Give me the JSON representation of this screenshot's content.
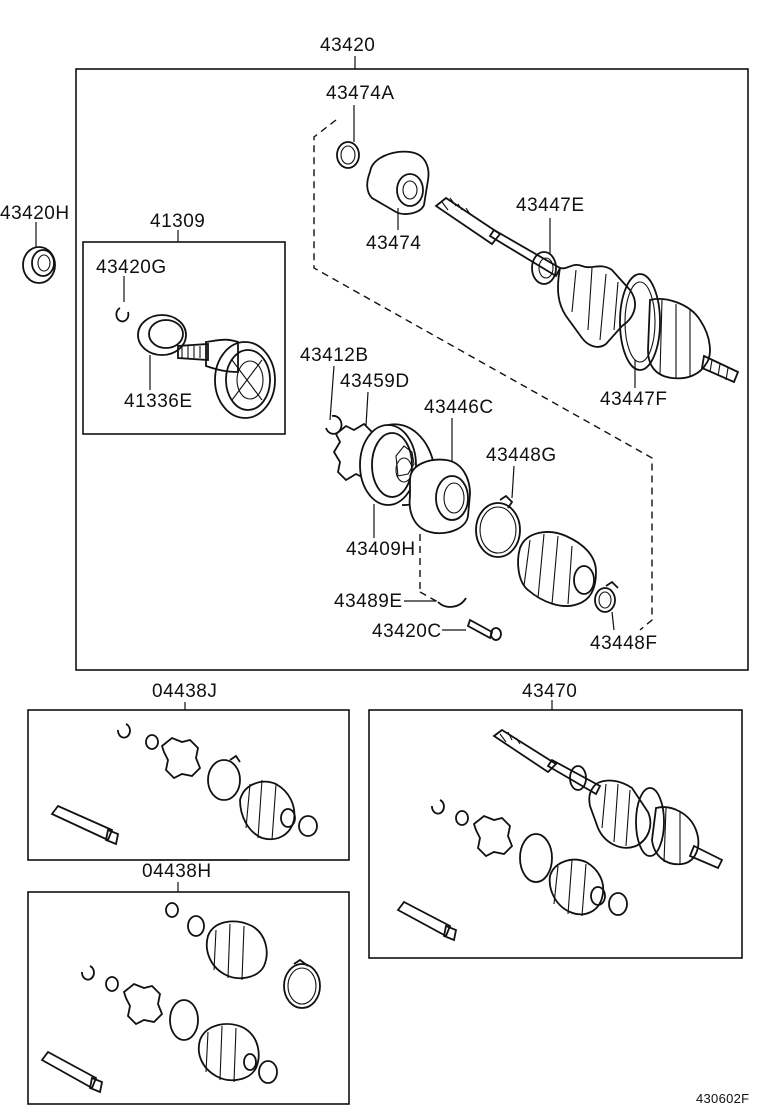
{
  "diagram": {
    "labels": {
      "p43420": "43420",
      "p43474A": "43474A",
      "p43420H": "43420H",
      "p41309": "41309",
      "p43474": "43474",
      "p43447E": "43447E",
      "p43420G": "43420G",
      "p41336E": "41336E",
      "p43412B": "43412B",
      "p43459D": "43459D",
      "p43446C": "43446C",
      "p43447F": "43447F",
      "p43448G": "43448G",
      "p43409H": "43409H",
      "p43489E": "43489E",
      "p43420C": "43420C",
      "p43448F": "43448F",
      "p04438J": "04438J",
      "p43470": "43470",
      "p04438H": "04438H",
      "code": "430602F"
    }
  }
}
